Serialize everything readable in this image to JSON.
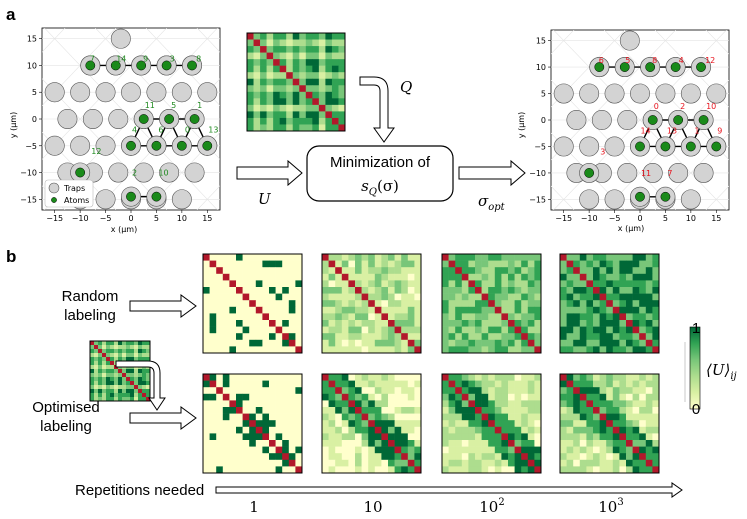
{
  "panel_a": {
    "letter": "a",
    "left_plot": {
      "xlabel": "x (μm)",
      "ylabel": "y (μm)",
      "xticks": [
        "−15",
        "−10",
        "−5",
        "0",
        "5",
        "10",
        "15"
      ],
      "yticks": [
        "15",
        "10",
        "5",
        "0",
        "−5",
        "−10",
        "−15"
      ],
      "legend": [
        "Traps",
        "Atoms"
      ],
      "label_color": "#1f8a1f",
      "atom_labels": [
        {
          "t": "7",
          "x": -8.5,
          "y": 10
        },
        {
          "t": "14",
          "x": -3.3,
          "y": 10
        },
        {
          "t": "9",
          "x": 2,
          "y": 10
        },
        {
          "t": "3",
          "x": 7.2,
          "y": 10
        },
        {
          "t": "8",
          "x": 12.4,
          "y": 10
        },
        {
          "t": "11",
          "x": 2.3,
          "y": 1.3
        },
        {
          "t": "5",
          "x": 7.5,
          "y": 1.3
        },
        {
          "t": "1",
          "x": 12.6,
          "y": 1.3
        },
        {
          "t": "4",
          "x": -0.2,
          "y": -3.3
        },
        {
          "t": "6",
          "x": 5,
          "y": -3.3
        },
        {
          "t": "0",
          "x": 10.2,
          "y": -3.3
        },
        {
          "t": "13",
          "x": 14.8,
          "y": -3.3
        },
        {
          "t": "12",
          "x": -8.2,
          "y": -7.3
        },
        {
          "t": "2",
          "x": -0.2,
          "y": -11.3
        },
        {
          "t": "10",
          "x": 5,
          "y": -11.3
        }
      ]
    },
    "right_plot": {
      "xlabel": "x (μm)",
      "ylabel": "y (μm)",
      "xticks": [
        "−15",
        "−10",
        "−5",
        "0",
        "5",
        "10",
        "15"
      ],
      "yticks": [
        "15",
        "10",
        "5",
        "0",
        "−5",
        "−10",
        "−15"
      ],
      "label_color": "#e8141e",
      "atom_labels": [
        {
          "t": "6",
          "x": -8.5,
          "y": 10
        },
        {
          "t": "5",
          "x": -3.3,
          "y": 10
        },
        {
          "t": "8",
          "x": 2,
          "y": 10
        },
        {
          "t": "4",
          "x": 7.2,
          "y": 10
        },
        {
          "t": "12",
          "x": 12.4,
          "y": 10
        },
        {
          "t": "0",
          "x": 2.3,
          "y": 1.3
        },
        {
          "t": "2",
          "x": 7.5,
          "y": 1.3
        },
        {
          "t": "10",
          "x": 12.6,
          "y": 1.3
        },
        {
          "t": "14",
          "x": -0.3,
          "y": -3.3
        },
        {
          "t": "13",
          "x": 4.9,
          "y": -3.3
        },
        {
          "t": "1",
          "x": 10.3,
          "y": -3.3
        },
        {
          "t": "9",
          "x": 14.8,
          "y": -3.3
        },
        {
          "t": "3",
          "x": -8.2,
          "y": -7.3
        },
        {
          "t": "11",
          "x": -0.2,
          "y": -11.3
        },
        {
          "t": "7",
          "x": 5,
          "y": -11.3
        }
      ]
    },
    "box_text": "Minimization of",
    "box_formula_s": "s",
    "box_formula_sub": "Q",
    "box_formula_arg": "(σ)",
    "label_U": "U",
    "label_Q": "Q",
    "label_sigma": "σ",
    "label_sigma_sub": "opt"
  },
  "panel_b": {
    "letter": "b",
    "row1_label": [
      "Random",
      "labeling"
    ],
    "row2_label": [
      "Optimised",
      "labeling"
    ],
    "repetitions_label": "Repetitions needed",
    "repetition_values": [
      "1",
      "10",
      "10",
      "10"
    ],
    "repetition_exponents": [
      "",
      "",
      "2",
      "3"
    ],
    "colorbar": {
      "max": "1",
      "min": "0",
      "label": "⟨U⟩",
      "label_sub": "ij",
      "colors": [
        "#ffffcc",
        "#d9f0a3",
        "#addd8e",
        "#78c679",
        "#31a354",
        "#006837"
      ]
    }
  },
  "colors": {
    "trap_fill": "#d3d3d3",
    "atom_fill": "#1a8a1a",
    "diag": "#b2182b",
    "edge": "#000000"
  }
}
